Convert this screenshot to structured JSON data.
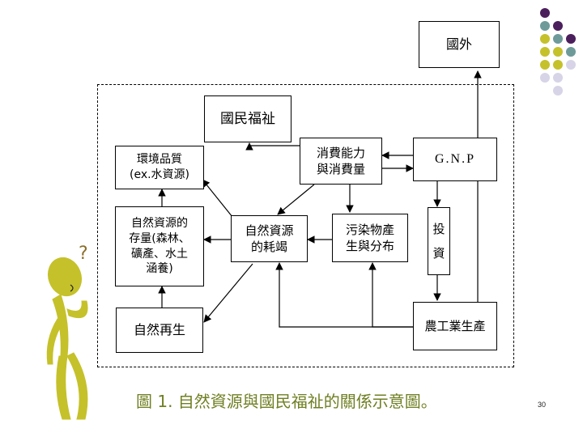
{
  "diagram": {
    "nodes": {
      "foreign": "國外",
      "welfare": "國民福祉",
      "env_quality": "環境品質\n(ex.水資源)",
      "consumption": "消費能力\n與消費量",
      "gnp": "G.N.P",
      "resource_stock": "自然資源的\n存量(森林、\n礦產、水土\n涵養)",
      "resource_use": "自然資源\n的耗竭",
      "pollution": "污染物產\n生與分布",
      "investment": "投\n\n資",
      "regeneration": "自然再生",
      "production": "農工業生產"
    }
  },
  "caption": "圖 1. 自然資源與國民福祉的關係示意圖。",
  "page_number": "30",
  "decoration": {
    "figure_question_mark": "?",
    "colors": {
      "purple": "#4b1f5c",
      "teal": "#6e9a9a",
      "olive": "#c5c12a",
      "lavender": "#d6d4e6",
      "figure": "#c5c12a",
      "caption": "#6f7f22"
    }
  }
}
